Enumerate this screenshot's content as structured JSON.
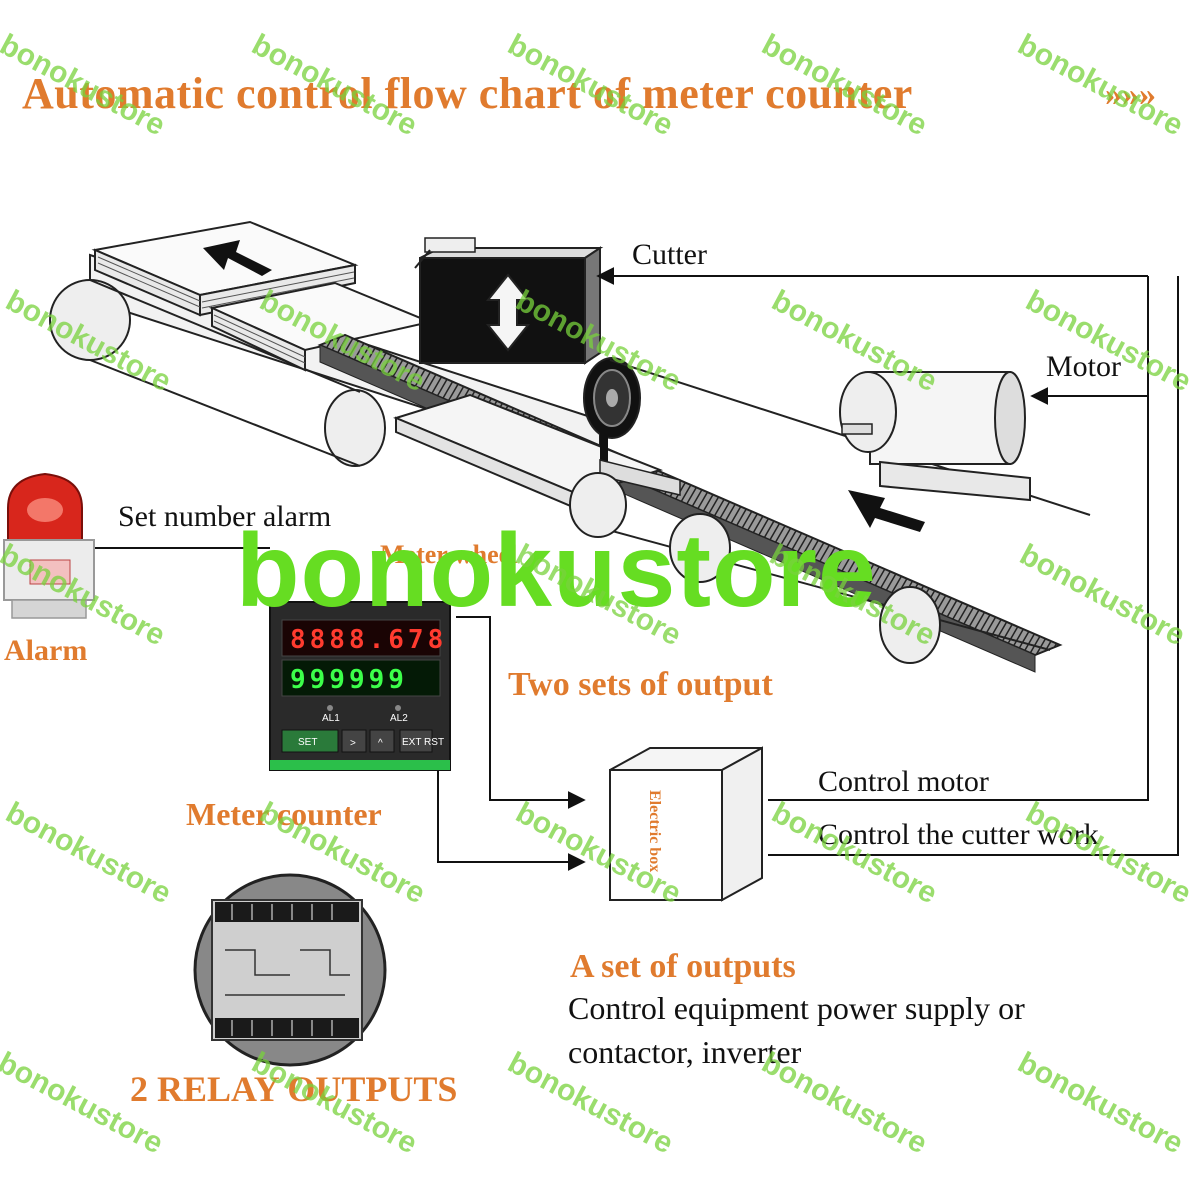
{
  "title": "Automatic control flow chart of meter counter",
  "title_arrows": "»»»",
  "labels": {
    "cutter": "Cutter",
    "motor": "Motor",
    "set_number_alarm": "Set number alarm",
    "meter_wheel": "Meter wheel",
    "alarm": "Alarm",
    "two_sets_of_output": "Two sets of output",
    "control_motor": "Control motor",
    "control_cutter": "Control the cutter work",
    "meter_counter": "Meter counter",
    "a_set_of_outputs": "A set of outputs",
    "a_set_desc_line1": "Control equipment power supply or",
    "a_set_desc_line2": "contactor, inverter",
    "relay_outputs": "2 RELAY OUTPUTS",
    "electric_box": "Electric box"
  },
  "counter": {
    "top_display": "8888.678",
    "bottom_display": "999999",
    "indicator_al1": "AL1",
    "indicator_al2": "AL2",
    "buttons": [
      "SET",
      ">",
      "^",
      "EXT RST"
    ]
  },
  "watermark": {
    "big": "bonokustore",
    "small": "bonokustore"
  },
  "colors": {
    "accent_orange": "#e07b2e",
    "watermark_green": "#66dd22",
    "display_red": "#ff3b2f",
    "display_green": "#3cff4a",
    "alarm_red": "#d8261c"
  },
  "icons": [
    "up-arrow-icon",
    "double-arrow-icon",
    "alarm-light-icon",
    "arrowhead-icon"
  ]
}
